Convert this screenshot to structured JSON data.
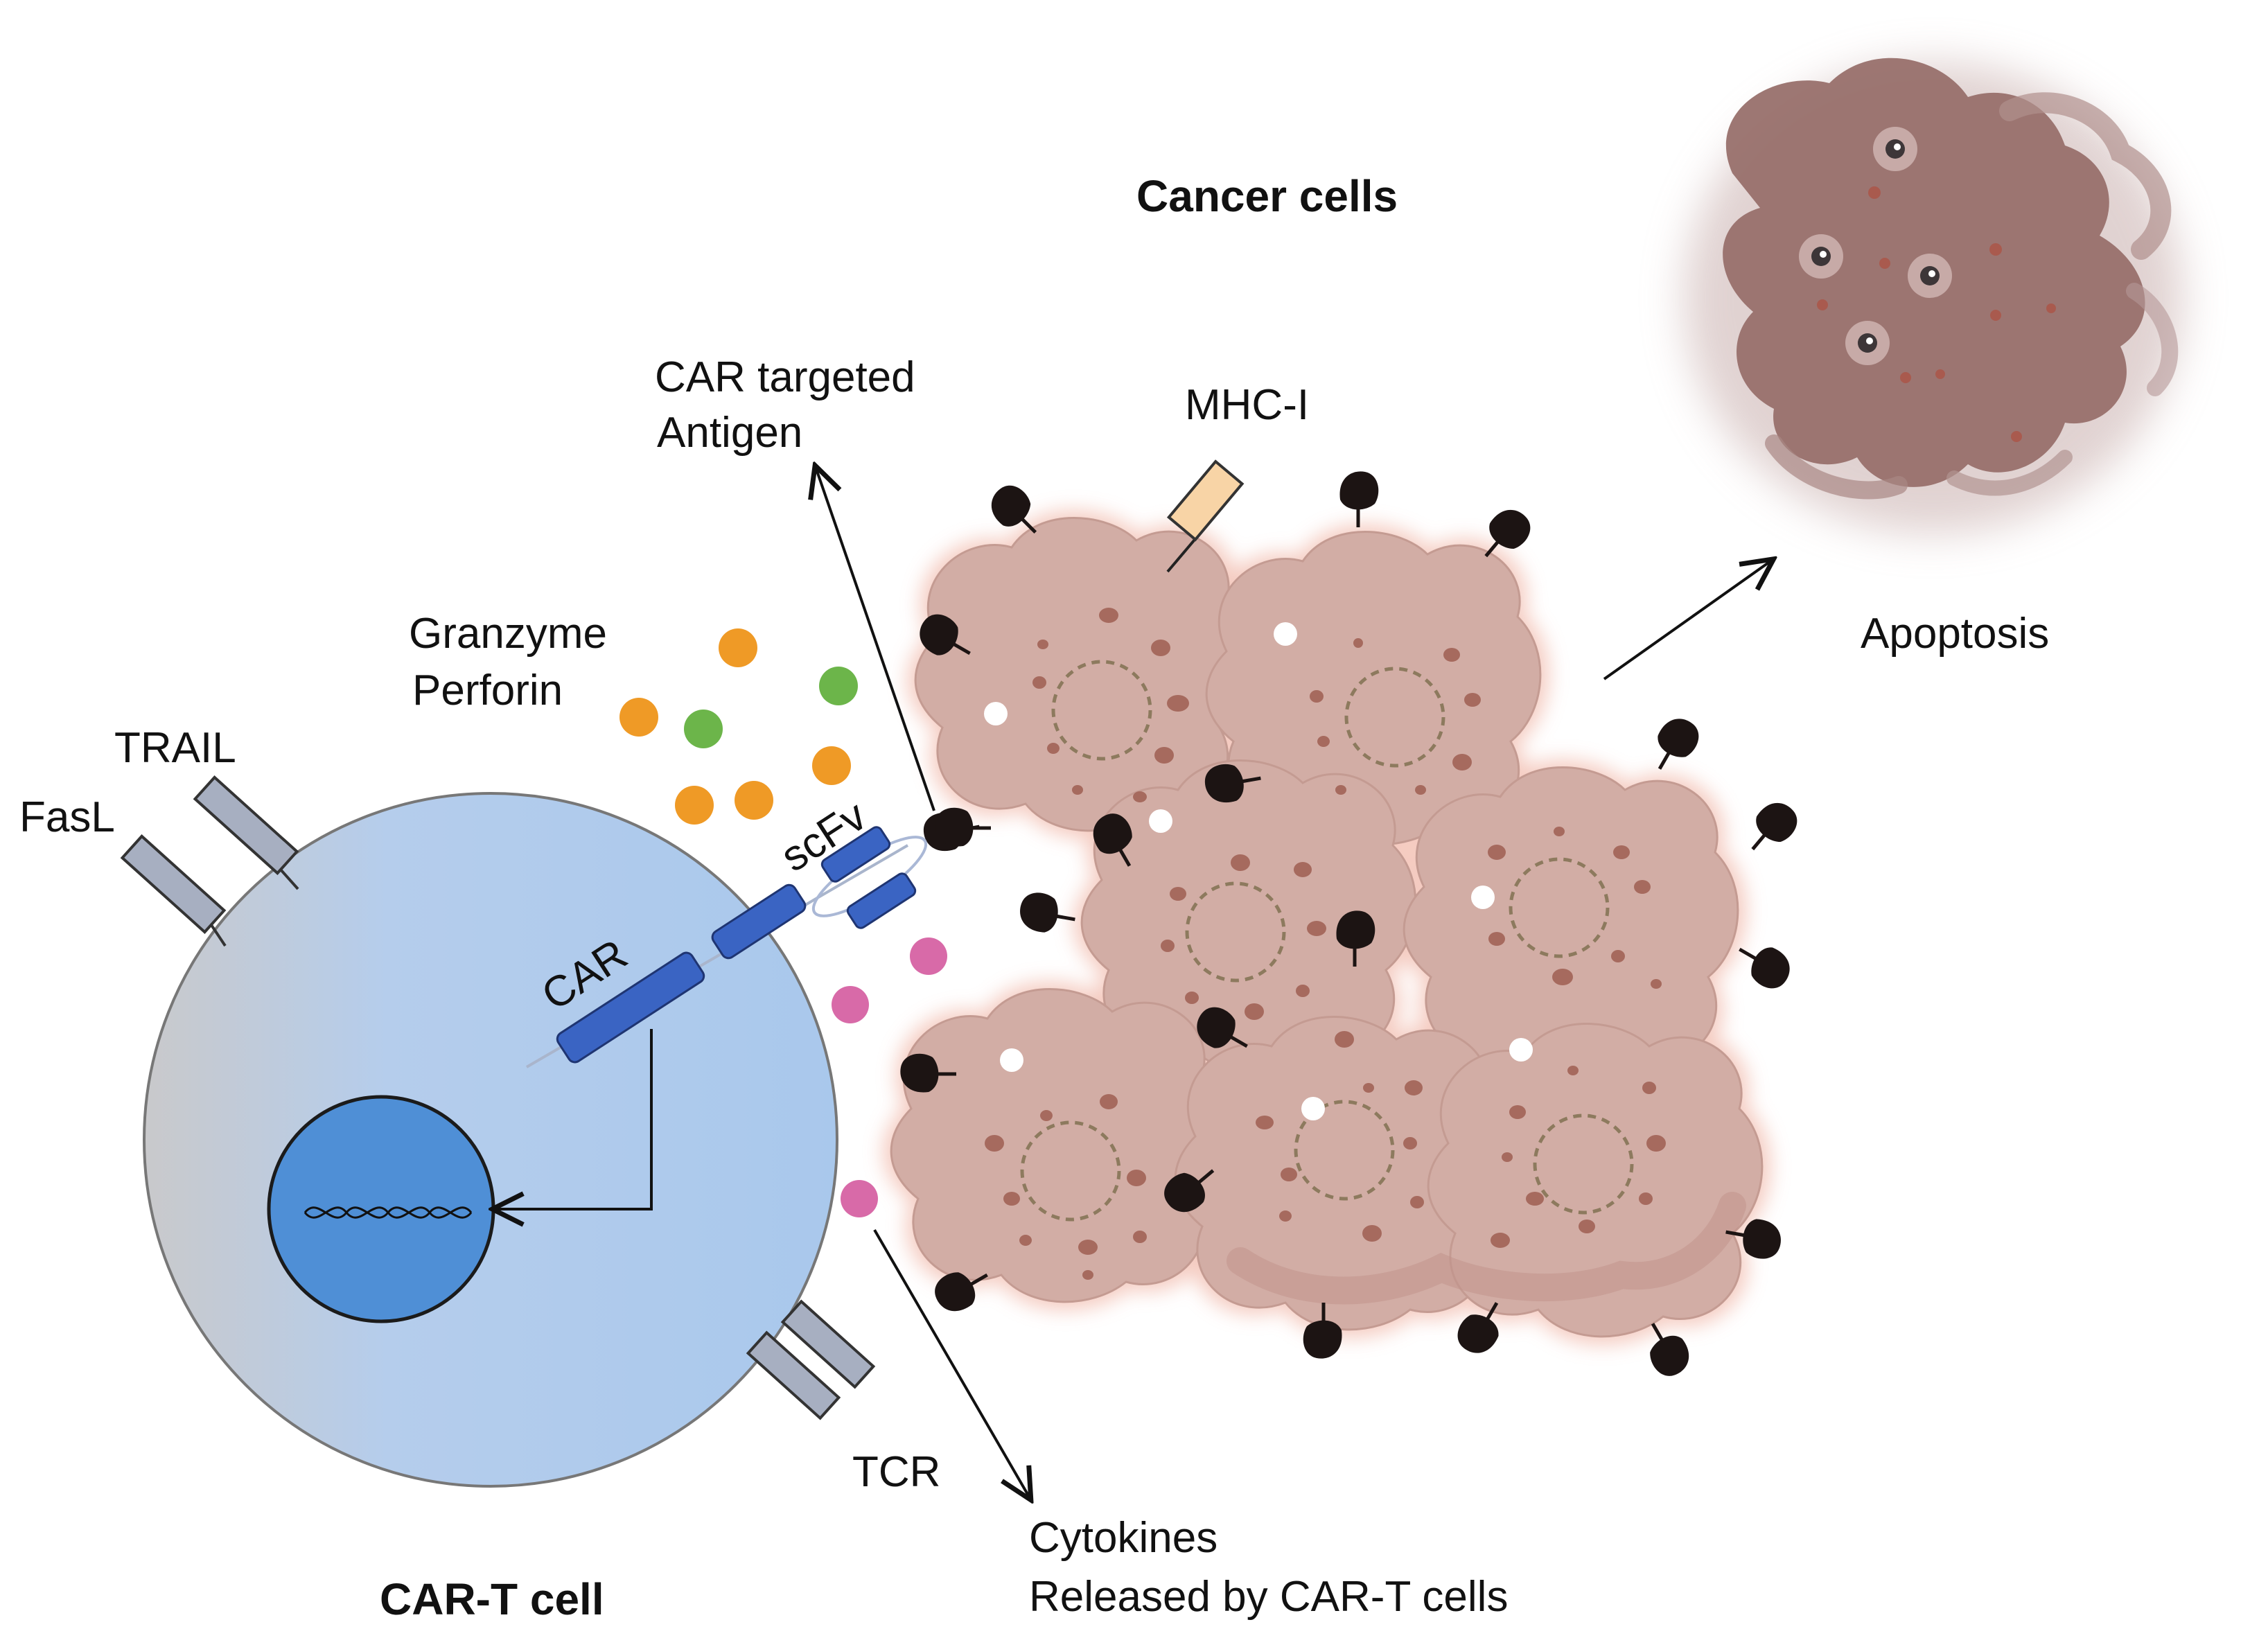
{
  "labels": {
    "cancer_cells": "Cancer cells",
    "apoptosis": "Apoptosis",
    "car_targeted_line1": "CAR targeted",
    "car_targeted_line2": "Antigen",
    "mhc": "MHC-I",
    "granzyme": "Granzyme",
    "perforin": "Perforin",
    "trail": "TRAIL",
    "fasl": "FasL",
    "scfv": "scFv",
    "car": "CAR",
    "tcr": "TCR",
    "cytokines_line1": "Cytokines",
    "cytokines_line2": "Released by CAR-T cells",
    "cart_cell": "CAR-T cell"
  },
  "colors": {
    "tcell_membrane": "#b5cdec",
    "nucleus": "#4f8fd6",
    "car_receptor": "#3a64c3",
    "cancer_cell": "#d2ada5",
    "cancer_glow": "#f2c3b7",
    "antigen": "#1c1413",
    "granzyme_orange": "#ef9a26",
    "perforin_green": "#6cb54a",
    "cytokine_pink": "#d86aa8",
    "mhc_fill": "#f8d4a6",
    "apoptotic_cell": "#9a7470"
  },
  "icons": [
    "dna-helix-icon",
    "antigen-marker-icon",
    "granule-icon",
    "cytokine-icon"
  ]
}
